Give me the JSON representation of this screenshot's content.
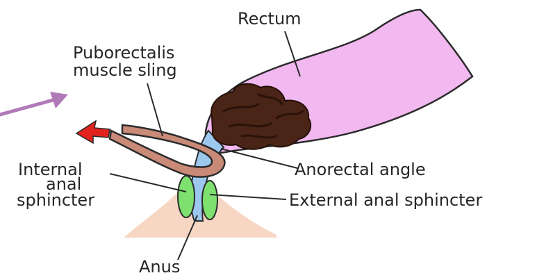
{
  "labels": {
    "rectum": "Rectum",
    "puborectalis_line1": "Puborectalis",
    "puborectalis_line2": "muscle sling",
    "internal_line1": "Internal",
    "internal_line2": "anal",
    "internal_line3": "sphincter",
    "anorectal_angle": "Anorectal angle",
    "external_sphincter": "External anal sphincter",
    "anus": "Anus"
  },
  "colors": {
    "rectum": "#f2b8f0",
    "muscle_sling": "#c98a78",
    "skin": "#f7d7c3",
    "internal_sphincter": "#9cc8ee",
    "external_sphincter": "#7ee06f",
    "stool": "#4a2417",
    "pull_arrow": "#e2221c",
    "pointer_arrow": "#b07ab8",
    "outline": "#2b2b2b"
  }
}
